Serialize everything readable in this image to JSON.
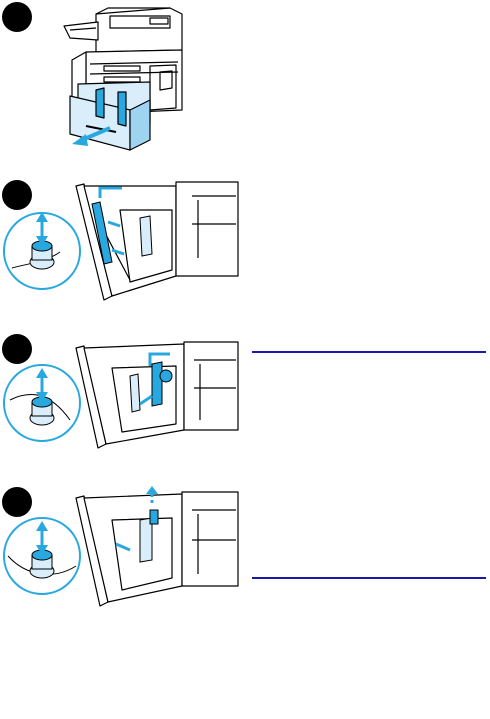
{
  "steps": [
    {
      "id": 1,
      "illustration": "printer-with-tray-open"
    },
    {
      "id": 2,
      "illustration": "tray-guide-adjust-left"
    },
    {
      "id": 3,
      "illustration": "tray-guide-adjust-right"
    },
    {
      "id": 4,
      "illustration": "tray-guide-adjust-rear"
    }
  ],
  "colors": {
    "accent": "#29a8e0",
    "line": "#000000",
    "rule": "#1a1aa8",
    "tray_fill": "#d9eefa"
  }
}
